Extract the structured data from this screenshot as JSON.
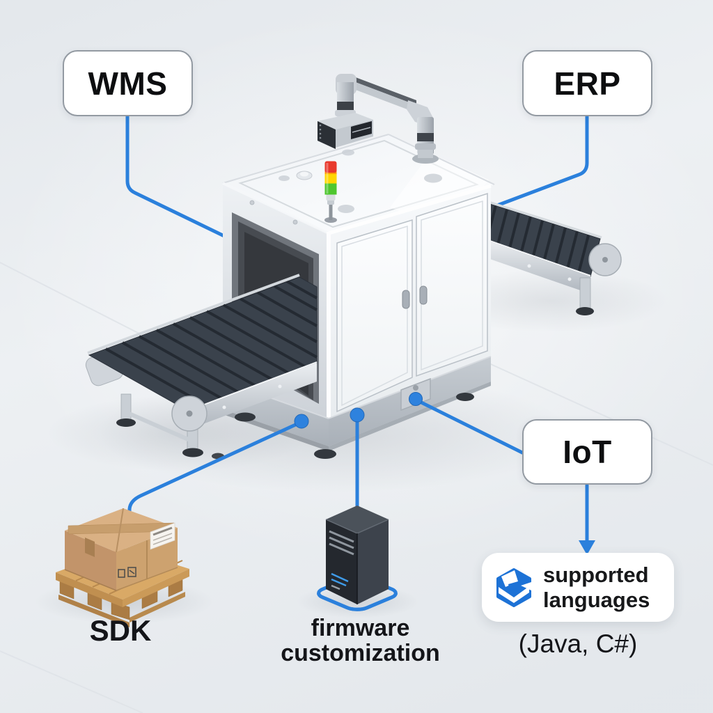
{
  "labels": {
    "wms": "WMS",
    "erp": "ERP",
    "iot": "IoT",
    "sdk": "SDK",
    "firmware": "firmware customization",
    "supported_languages": "supported languages",
    "languages_note": "(Java, C#)"
  },
  "connections": [
    {
      "from": "WMS",
      "to": "scanner-machine"
    },
    {
      "from": "ERP",
      "to": "scanner-machine"
    },
    {
      "from": "scanner-machine",
      "to": "SDK"
    },
    {
      "from": "scanner-machine",
      "to": "firmware customization"
    },
    {
      "from": "scanner-machine",
      "to": "IoT"
    },
    {
      "from": "IoT",
      "to": "supported languages"
    }
  ],
  "colors": {
    "accent_blue": "#2b80dc",
    "label_border": "#939aa2",
    "background": "#edf0f3",
    "status_light": [
      "#e8392c",
      "#ffd600",
      "#4ec62e"
    ]
  },
  "icons": {
    "languages_logo": "blue-hexagon-logo"
  }
}
